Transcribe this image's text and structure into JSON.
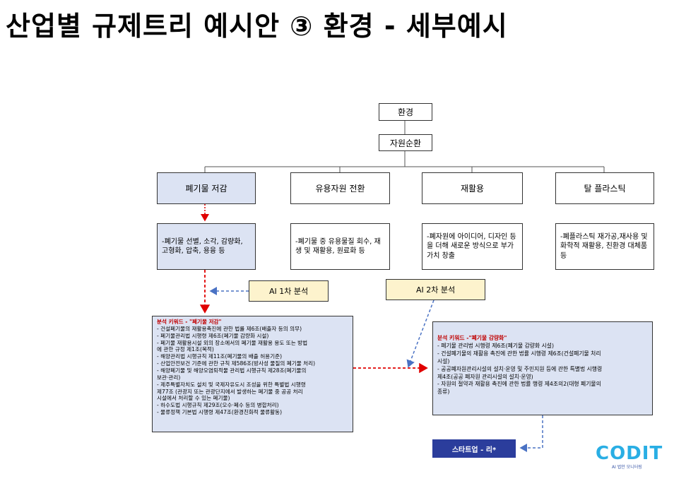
{
  "title": "산업별 규제트리 예시안 ③ 환경 - 세부예시",
  "tree": {
    "root": "환경",
    "level1": "자원순환",
    "branches": [
      {
        "label": "폐기물 저감",
        "desc": "-폐기물 선별, 소각, 감량화, 고형화, 압축, 용융 등"
      },
      {
        "label": "유용자원 전환",
        "desc": "-폐기물 중 유용물질 회수, 재생 및 재활용, 원료화 등"
      },
      {
        "label": "재활용",
        "desc": "-폐자원에 아이디어, 디자인 등을 더해 새로운 방식으로 부가가치 창출"
      },
      {
        "label": "탈 플라스틱",
        "desc": "-폐플라스틱 재가공,재사용 및 화학적 재활용, 친환경 대체품 등"
      }
    ]
  },
  "analysis1": {
    "label": "AI 1차 분석",
    "keyword": "분석 키워드 - \"폐기물 저감\"",
    "items": [
      "- 건설폐기물의 재활용촉진에 관한 법률 제6조(배출자 등의 의무)",
      "- 폐기물관리법 시행령 제6조(폐기물 감량화 시설)",
      "- 폐기물 재활용시설 외의 장소에서의 폐기물 재활용 용도 또는 방법",
      "  에 관한 규정 제1조(목적)",
      "- 해양관리법 시행규칙 제11조(폐기물의 배출 허용기준)",
      "- 산업안전보건 기준에 관한 규칙 제586조(방사성 물질의 폐기물 처리)",
      "- 해양폐기물 및 해양오염퇴적물 관리법 시행규칙 제28조(폐기물의",
      "  보관·관리)",
      "- 제주특별자치도 설치 및 국제자유도시 조성을 위한 특별법 시행령",
      "  제77조 (관광지 또는 관광단지에서 발생하는 폐기물 중 공공 처리",
      "  시설에서 처리할 수 있는 폐기물)",
      "- 하수도법 시행규칙 제29조(오수·폐수 등의 병합처리)",
      "- 물류정책 기본법 시행령 제47조(환경친화적 물류활동)"
    ]
  },
  "analysis2": {
    "label": "AI 2차 분석",
    "keyword": "분석 키워드 -\"폐기물 감량화\"",
    "items": [
      "- 폐기물 관리법 시행령 제6조(폐기물 감량화 시설)",
      "- 건설폐기물의 재활용 촉진에 관한 법률 시행령 제6조(건설폐기물 처리",
      "  시설)",
      "- 공공폐자원관리시설의 설치·운영 및 주민지원 등에 관한 특별법 시행령",
      "  제4조(공공 폐자원 관리시설의 설치·운영)",
      "- 자원의 절약과 재활용 촉진에 관한 법률 행령 제4조의2(대형 폐기물의",
      "  종류)"
    ]
  },
  "startup": "스타트업 - 리*",
  "logo": {
    "name": "CODIT",
    "sub": "AI 법안 모니터링"
  },
  "colors": {
    "box_blue": "#dce3f3",
    "box_yellow": "#fdf3cd",
    "arrow_red": "#e00000",
    "arrow_blue": "#4a72c4",
    "startup": "#2b3d9c",
    "logo": "#29aee4"
  }
}
